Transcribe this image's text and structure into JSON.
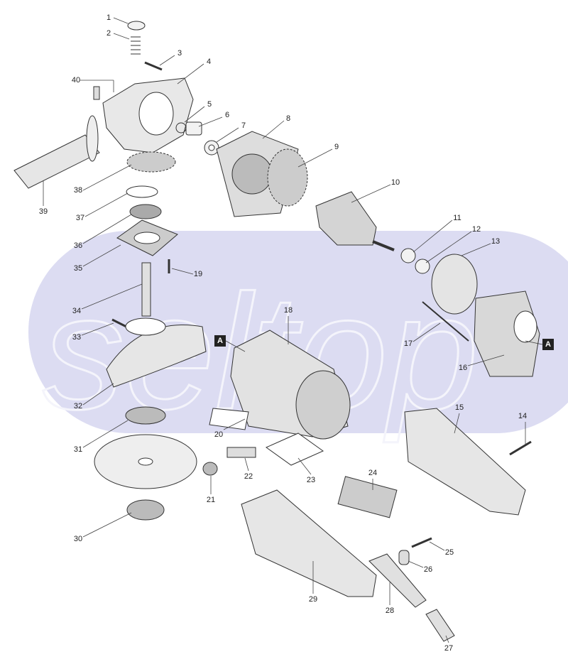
{
  "watermark": {
    "text": "seltop",
    "background_color": "#dcdcf2"
  },
  "section_marker": "A",
  "part_labels": [
    "1",
    "2",
    "3",
    "4",
    "40",
    "5",
    "6",
    "7",
    "8",
    "9",
    "10",
    "11",
    "12",
    "13",
    "38",
    "39",
    "37",
    "36",
    "35",
    "19",
    "34",
    "33",
    "18",
    "17",
    "16",
    "32",
    "15",
    "14",
    "20",
    "31",
    "22",
    "23",
    "24",
    "21",
    "30",
    "25",
    "26",
    "29",
    "28",
    "27"
  ]
}
